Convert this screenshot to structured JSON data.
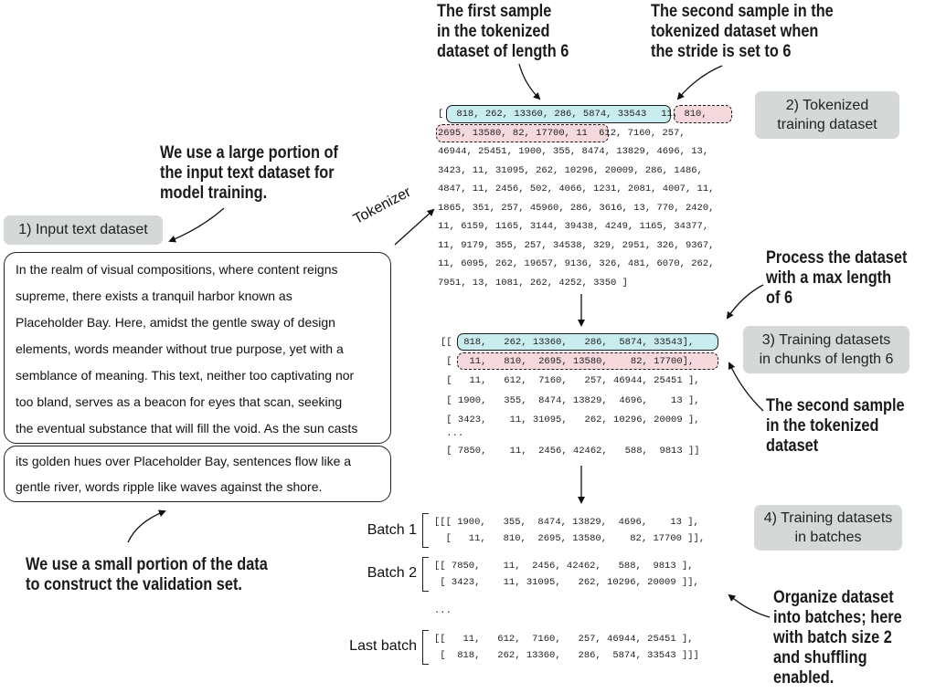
{
  "annotations": {
    "first_sample": [
      "The first sample",
      "in the tokenized",
      "dataset of length 6"
    ],
    "second_sample_stride": [
      "The second sample in the",
      "tokenized dataset when",
      "the stride is set to 6"
    ],
    "large_portion": [
      "We use a large portion of",
      "the input text dataset for",
      "model training."
    ],
    "small_portion": [
      "We use a small portion of the data",
      "to construct the validation set."
    ],
    "process_dataset": [
      "Process the dataset",
      "with a max length",
      "of 6"
    ],
    "second_sample": [
      "The second sample",
      "in the tokenized",
      "dataset"
    ],
    "organize": [
      "Organize dataset",
      "into batches; here",
      "with batch size 2",
      "and shuffling",
      "enabled."
    ]
  },
  "badges": {
    "input": "1) Input text dataset",
    "tokenized": [
      "2) Tokenized",
      "training dataset"
    ],
    "chunks": [
      "3) Training datasets",
      "in chunks of length 6"
    ],
    "batches": [
      "4) Training datasets",
      "in batches"
    ]
  },
  "tokenizer_label": "Tokenizer",
  "input_text": {
    "training_lines": [
      "In the realm of visual compositions, where content reigns",
      "supreme, there exists a tranquil harbor known as",
      "Placeholder Bay. Here, amidst the gentle sway of design",
      "elements, words meander without true purpose, yet with a",
      "semblance of meaning. This text, neither too captivating nor",
      "too bland, serves as a beacon for eyes that scan, seeking",
      "the eventual substance that will fill the void. As the sun casts"
    ],
    "validation_lines": [
      "its golden hues over Placeholder Bay, sentences flow like a",
      "gentle river, words ripple like waves against the shore."
    ]
  },
  "tokenized": {
    "open": "[",
    "first_sample": "818, 262, 13360, 286, 5874, 33543",
    "second_sample_part1": "11, 810,",
    "second_sample_part2": "2695, 13580, 82, 17700, 11",
    "line2_rest": " 612, 7160, 257,",
    "lines": [
      "46944, 25451, 1900, 355, 8474, 13829, 4696, 13,",
      "3423, 11, 31095, 262, 10296, 20009, 286, 1486,",
      "4847, 11, 2456, 502, 4066, 1231, 2081, 4007, 11,",
      "1865, 351, 257, 45960, 286, 3616, 13, 770, 2420,",
      "11, 6159, 1165, 3144, 39438, 4249, 1165, 34377,",
      "11, 9179, 355, 257, 34538, 329, 2951, 326, 9367,",
      "11, 6095, 262, 19657, 9136, 326, 481, 6070, 262,",
      "7951, 13, 1081, 262, 4252, 3350 ]"
    ]
  },
  "chunks": {
    "rows": [
      "[[  818,   262, 13360,   286,  5874, 33543],",
      " [   11,   810,  2695, 13580,    82, 17700],",
      " [   11,   612,  7160,   257, 46944, 25451 ],",
      " [ 1900,   355,  8474, 13829,  4696,    13 ],",
      " [ 3423,    11, 31095,   262, 10296, 20009 ],",
      " ...",
      " [ 7850,    11,  2456, 42462,   588,  9813 ]]"
    ]
  },
  "batches": [
    {
      "label": "Batch 1",
      "rows": [
        "[[[ 1900,   355,  8474, 13829,  4696,    13 ],",
        "  [   11,   810,  2695, 13580,    82, 17700 ]],"
      ]
    },
    {
      "label": "Batch 2",
      "rows": [
        "[[ 7850,    11,  2456, 42462,   588,  9813 ],",
        " [ 3423,    11, 31095,   262, 10296, 20009 ]],"
      ]
    },
    {
      "label": "Last batch",
      "rows": [
        "[[   11,   612,  7160,   257, 46944, 25451 ],",
        " [  818,   262, 13360,   286,  5874, 33543 ]]]"
      ]
    }
  ],
  "ellipsis": "..."
}
